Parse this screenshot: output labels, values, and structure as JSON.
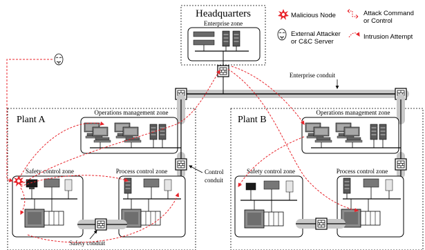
{
  "title": "Headquarters",
  "zones": {
    "enterprise": "Enterprise zone",
    "plant_a": "Plant A",
    "plant_b": "Plant B",
    "ops_a": "Operations management zone",
    "ops_b": "Operations management zone",
    "safety_a": "Safety control zone",
    "process_a": "Process control zone",
    "safety_b": "Safety control zone",
    "process_b": "Process control zone"
  },
  "conduits": {
    "enterprise": "Enterprise conduit",
    "control_line1": "Control",
    "control_line2": "conduit",
    "safety": "Safety conduit"
  },
  "legend": {
    "malicious_node": "Malicious Node",
    "attack_command_line1": "Attack Command",
    "attack_command_line2": "or Control",
    "attacker_line1": "External Attacker",
    "attacker_line2": "or C&C Server",
    "intrusion": "Intrusion Attempt"
  },
  "colors": {
    "attack": "#e8242b",
    "conduit": "#c8c8c8",
    "device_dark": "#555555",
    "device_mid": "#888888"
  },
  "icons": {
    "malicious_node": "red-starburst-icon",
    "attacker": "guy-fawkes-mask-icon",
    "firewall": "firewall-icon",
    "server": "server-rack-icon",
    "workstation": "workstation-icon",
    "plc": "plc-icon"
  }
}
